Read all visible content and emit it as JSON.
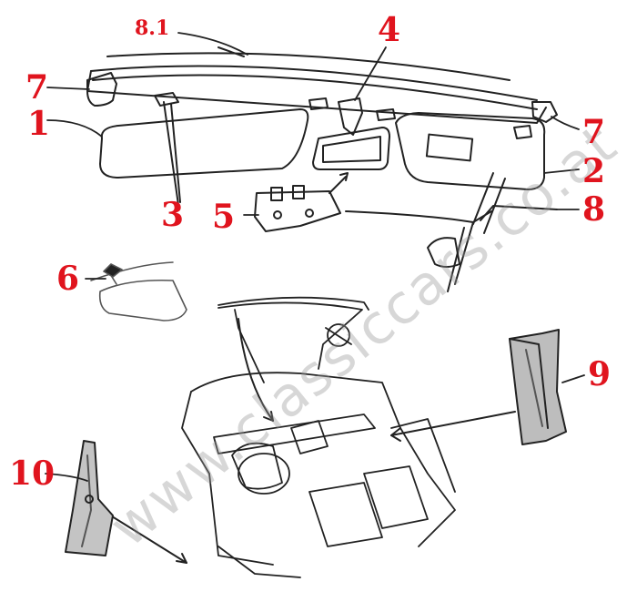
{
  "callouts": {
    "c81": "8.1",
    "c4": "4",
    "c7a": "7",
    "c1": "1",
    "c7b": "7",
    "c2": "2",
    "c3": "3",
    "c5": "5",
    "c8": "8",
    "c6": "6",
    "c9": "9",
    "c10": "10"
  },
  "watermark": "www.classiccars.co.at",
  "colors": {
    "callout": "#e0141e",
    "line": "#222222",
    "watermark": "#969696"
  }
}
